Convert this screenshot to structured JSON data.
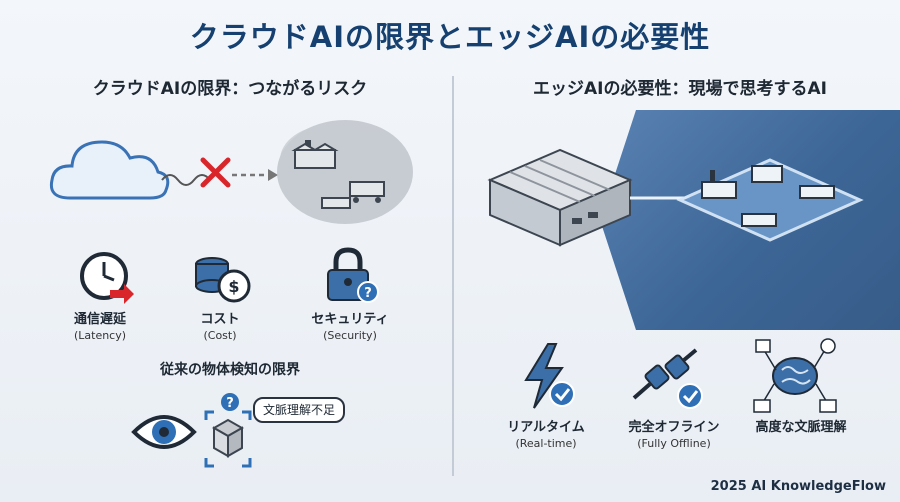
{
  "title": "クラウドAIの限界とエッジAIの必要性",
  "left": {
    "heading": "クラウドAIの限界：つながるリスク",
    "issues": [
      {
        "label": "通信遅延",
        "sub": "(Latency)",
        "icon": "clock-icon"
      },
      {
        "label": "コスト",
        "sub": "(Cost)",
        "icon": "coins-icon"
      },
      {
        "label": "セキュリティ",
        "sub": "(Security)",
        "icon": "lock-icon"
      }
    ],
    "detection_heading": "従来の物体検知の限界",
    "speech": "文脈理解不足"
  },
  "right": {
    "heading": "エッジAIの必要性：現場で思考するAI",
    "benefits": [
      {
        "label": "リアルタイム",
        "sub": "(Real-time)",
        "icon": "lightning-icon"
      },
      {
        "label": "完全オフライン",
        "sub": "(Fully Offline)",
        "icon": "plug-icon"
      },
      {
        "label": "高度な文脈理解",
        "sub": "",
        "icon": "brain-network-icon"
      }
    ]
  },
  "footer": "2025 AI KnowledgeFlow",
  "colors": {
    "title": "#15406f",
    "accent_blue": "#2e6fb5",
    "red_cross": "#d9262b",
    "panel": "#3a6699"
  }
}
